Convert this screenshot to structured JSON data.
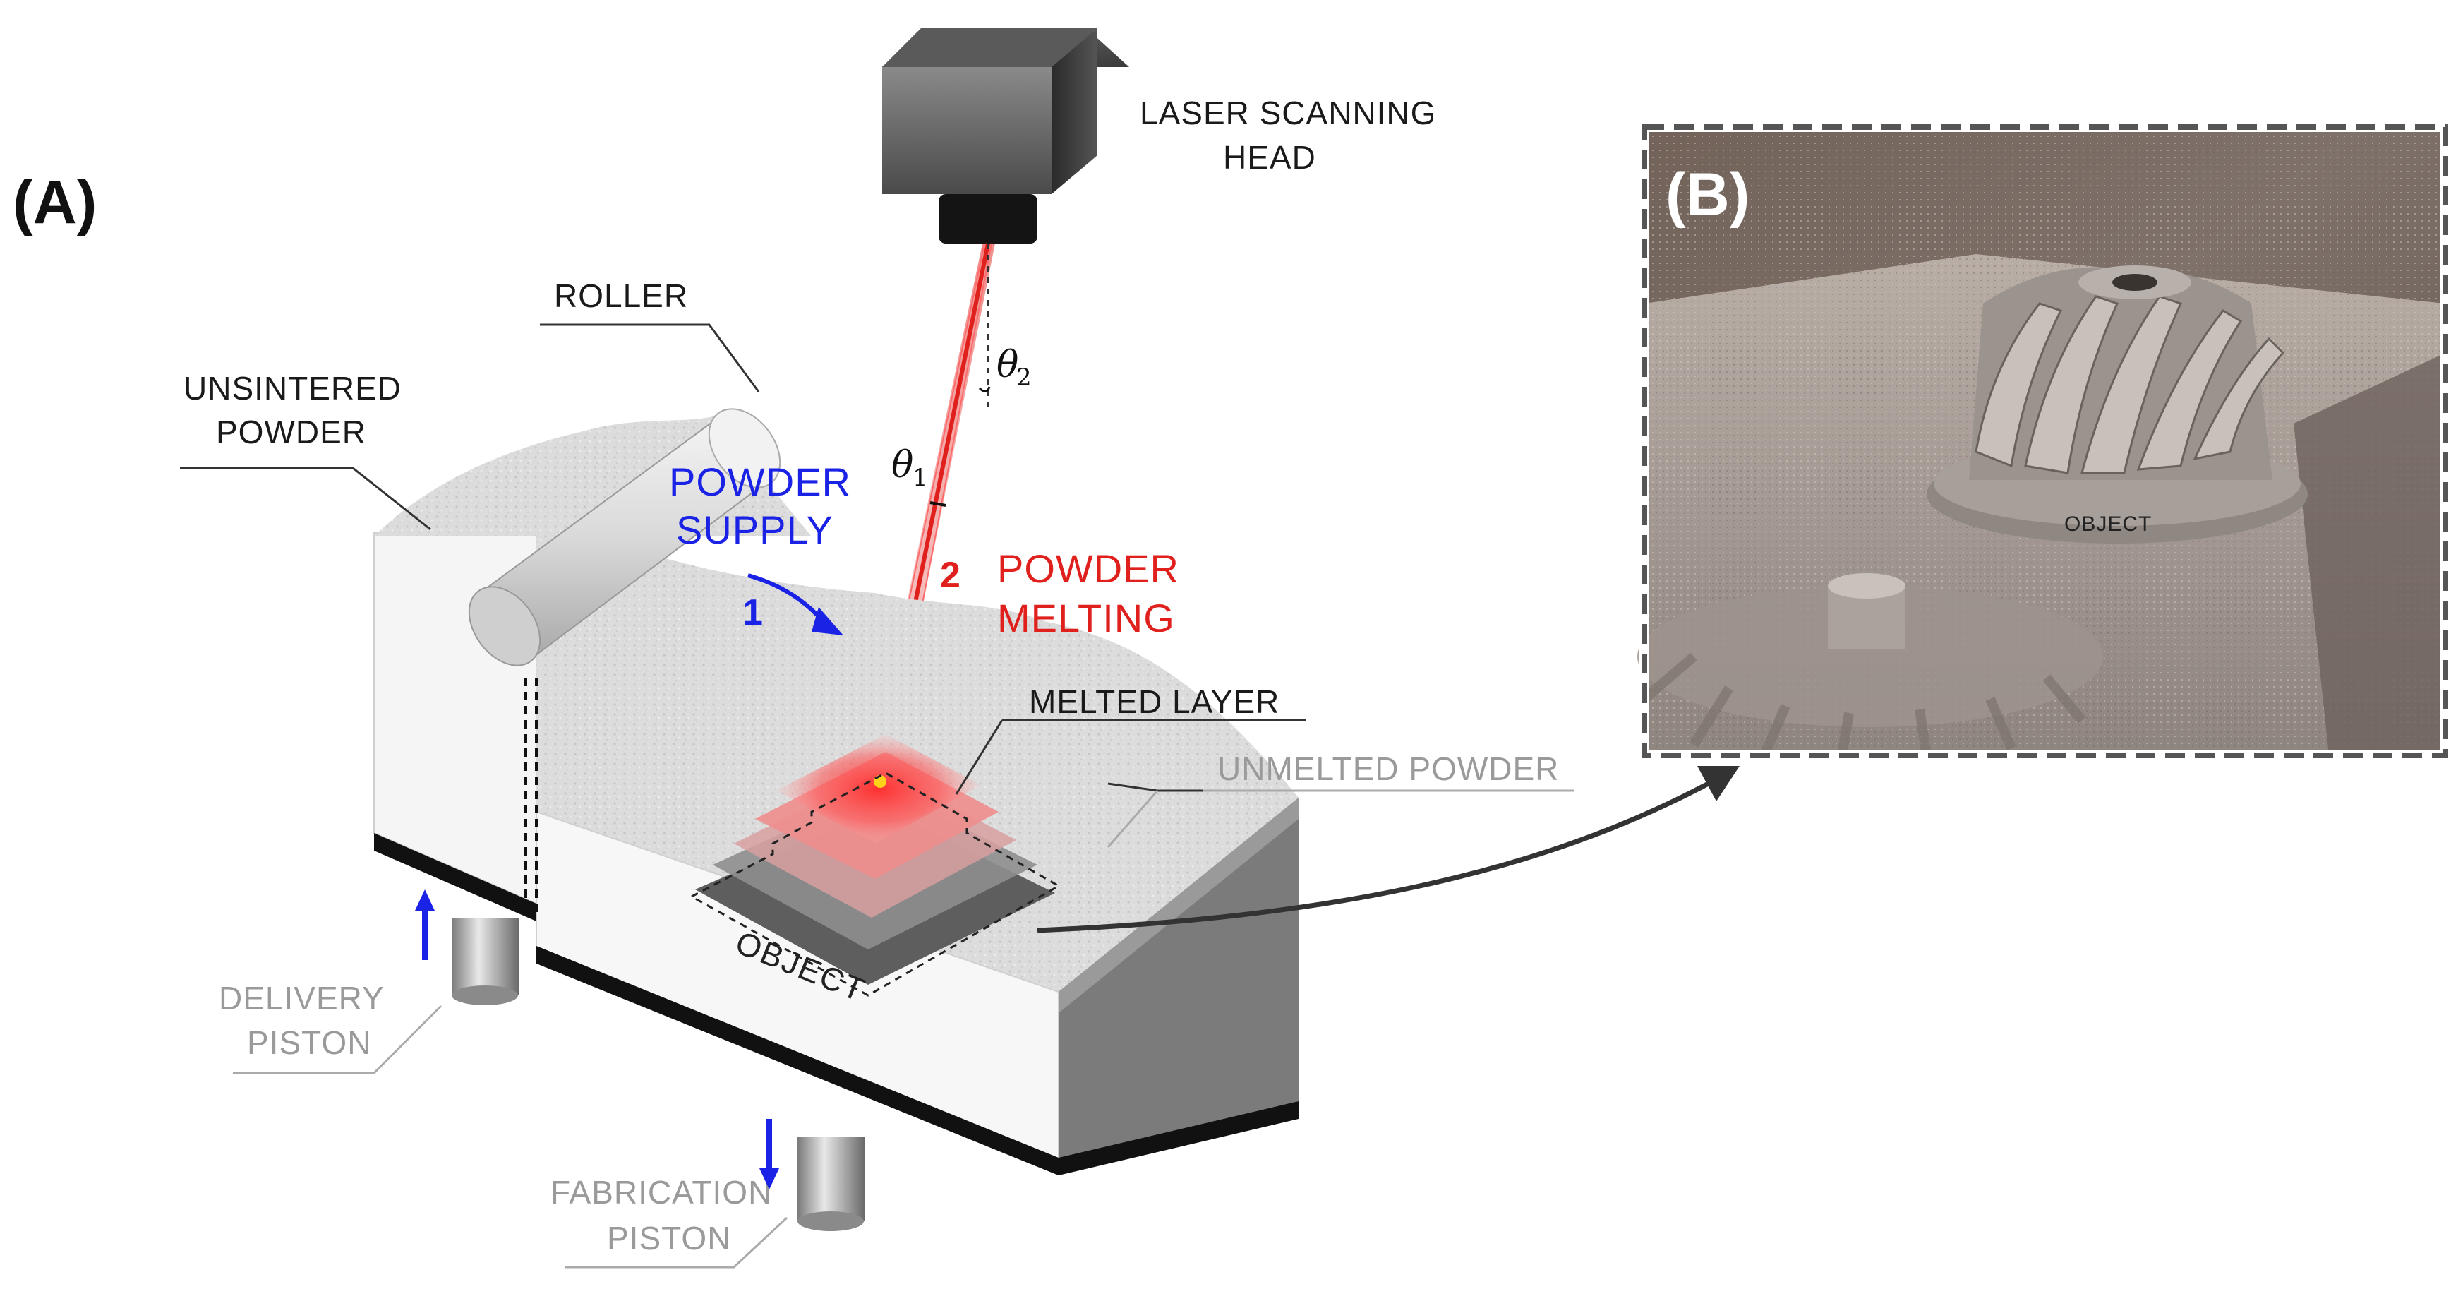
{
  "panel_labels": {
    "a": "(A)",
    "b": "(B)"
  },
  "labels": {
    "laser_head_line1": "LASER SCANNING",
    "laser_head_line2": "HEAD",
    "roller": "ROLLER",
    "unsintered_line1": "UNSINTERED",
    "unsintered_line2": "POWDER",
    "powder_supply_line1": "POWDER",
    "powder_supply_line2": "SUPPLY",
    "step1": "1",
    "step2": "2",
    "powder_melting_line1": "POWDER",
    "powder_melting_line2": "MELTING",
    "theta1_symbol": "θ",
    "theta1_sub": "1",
    "theta2_symbol": "θ",
    "theta2_sub": "2",
    "melted_layer": "MELTED LAYER",
    "unmelted_powder": "UNMELTED POWDER",
    "object": "OBJECT",
    "delivery_line1": "DELIVERY",
    "delivery_line2": "PISTON",
    "fabrication_line1": "FABRICATION",
    "fabrication_line2": "PISTON",
    "photo_object": "OBJECT"
  },
  "colors": {
    "laser": "#e0201c",
    "powder_supply_text": "#1a22e6",
    "melting_text": "#e0201c",
    "arrow_blue": "#1a22e6",
    "frame_dashed": "#555555"
  }
}
